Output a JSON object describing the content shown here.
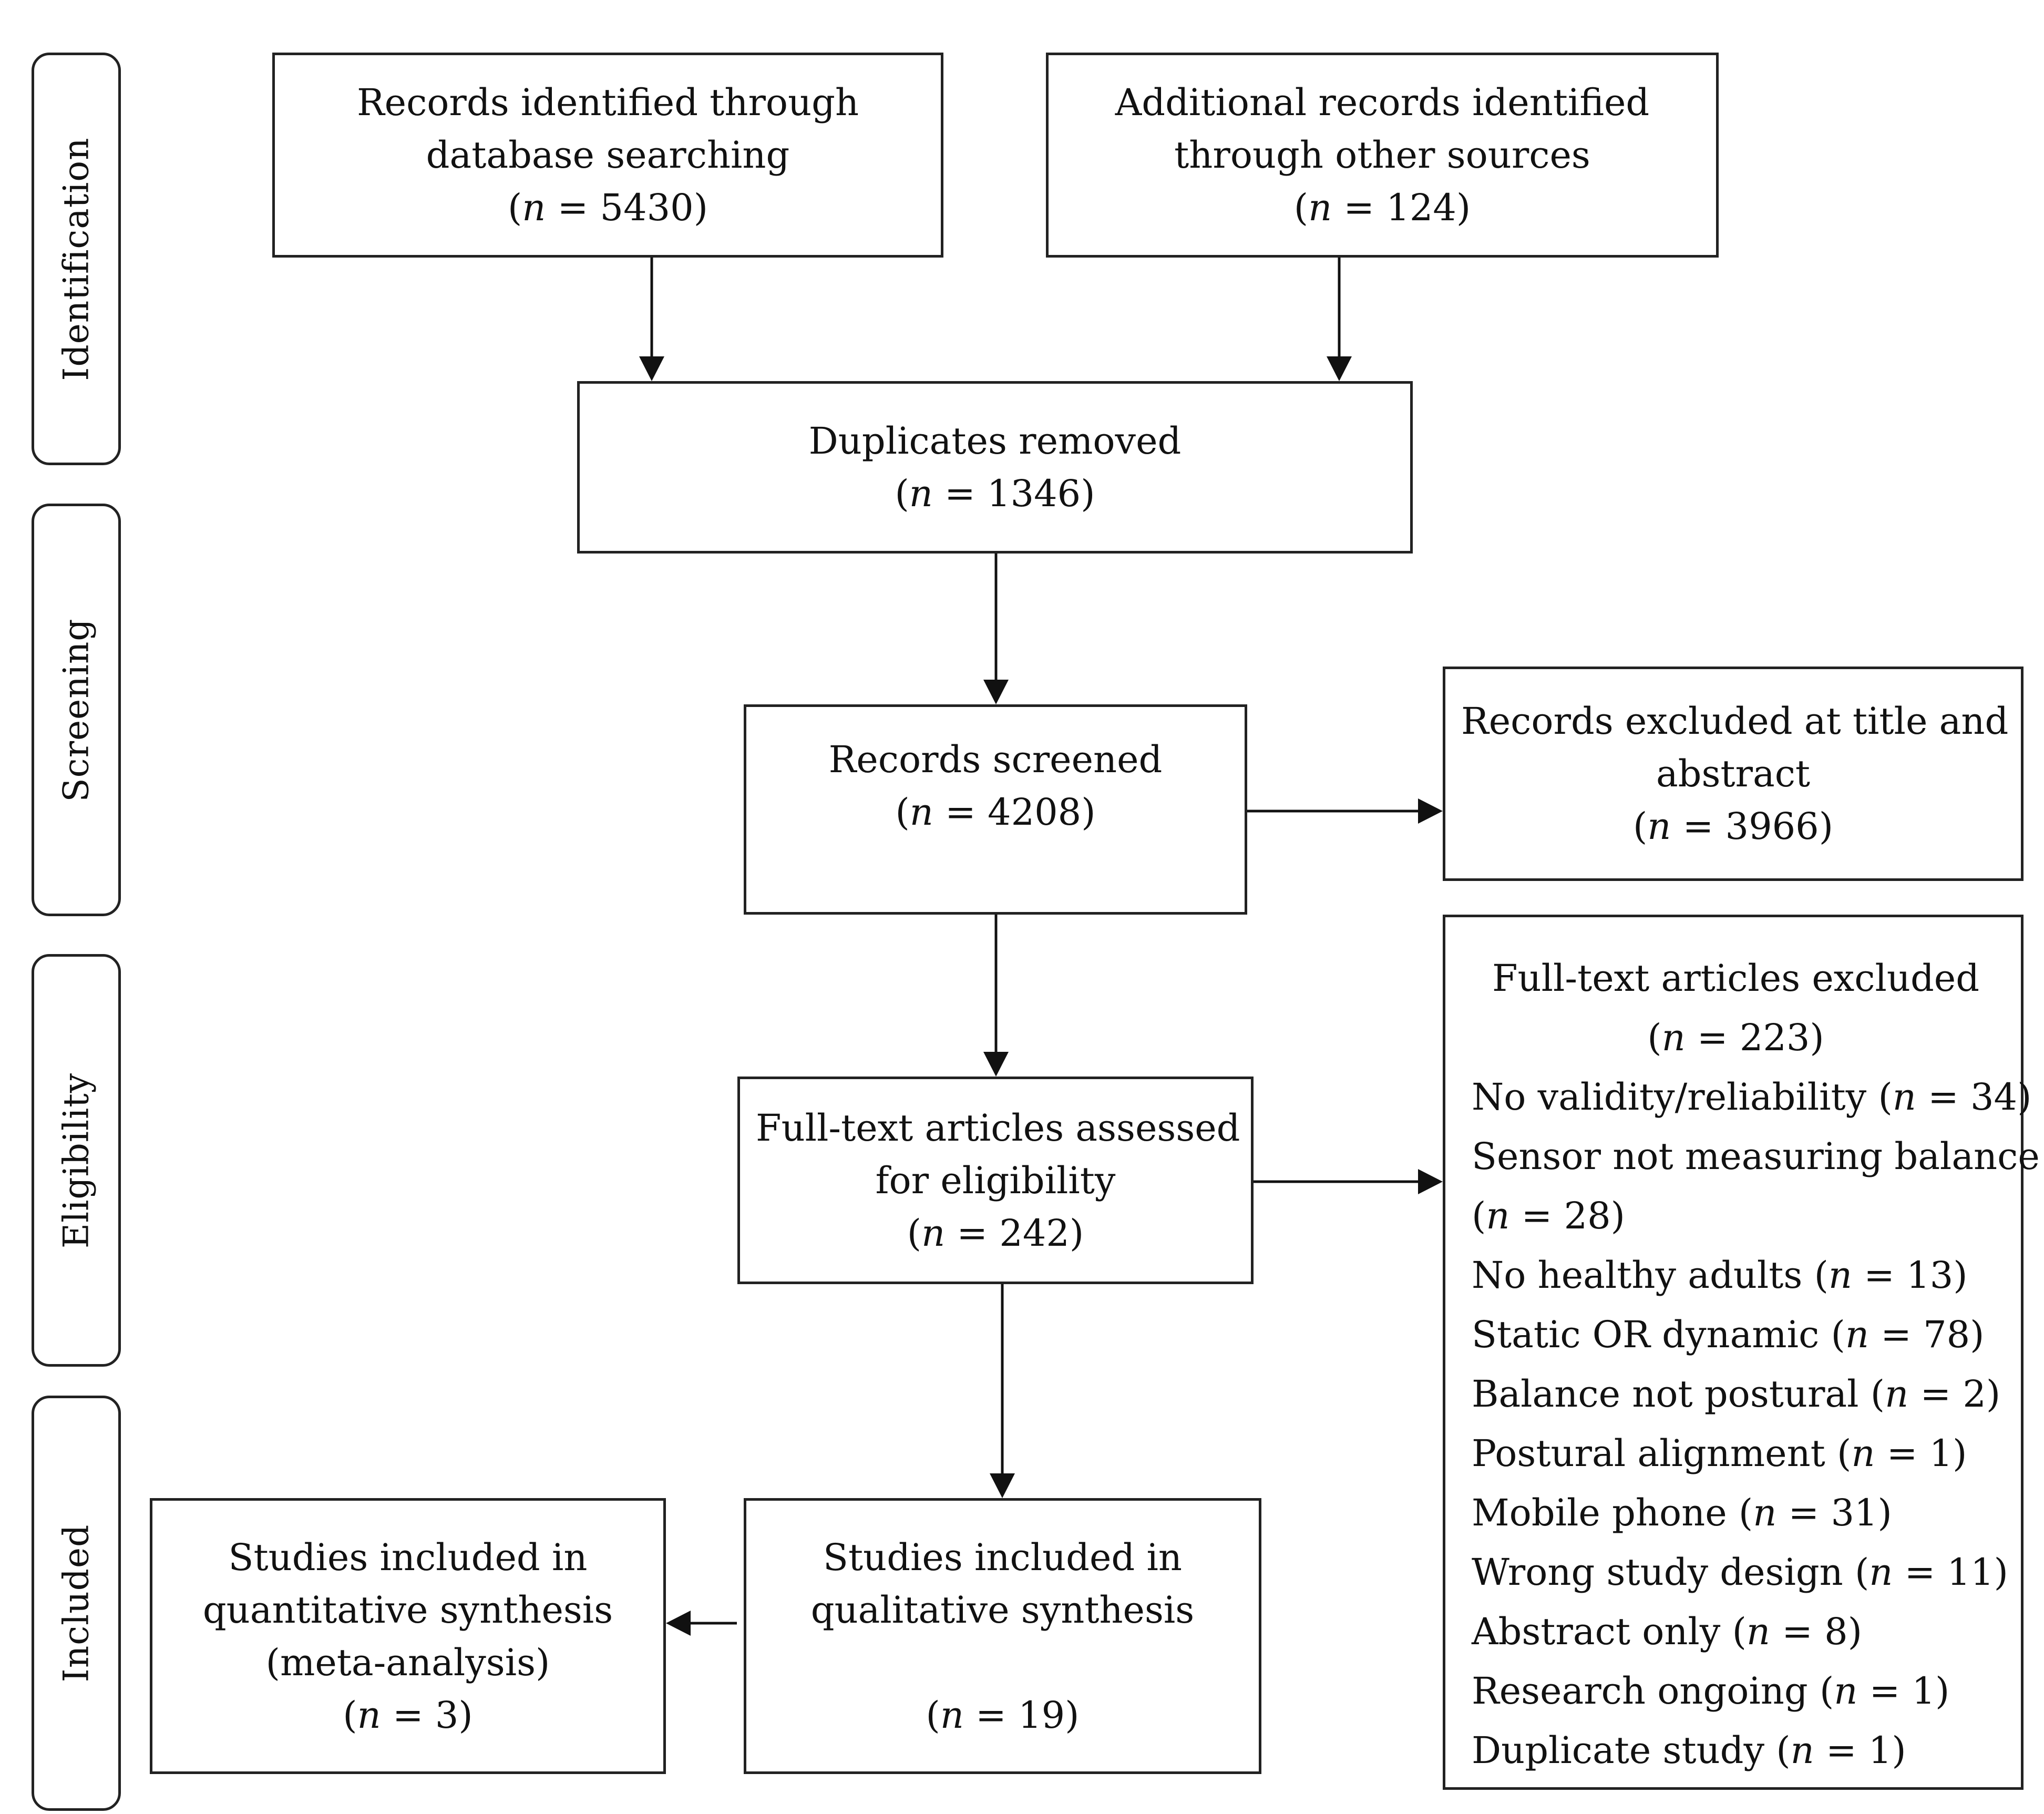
{
  "phases": {
    "identification": "Identification",
    "screening": "Screening",
    "eligibility": "Eligibility",
    "included": "Included"
  },
  "boxes": {
    "db_search": {
      "lines": [
        "Records identified through",
        "database searching"
      ],
      "n": "5430"
    },
    "other_sources": {
      "lines": [
        "Additional records identified",
        "through other sources"
      ],
      "n": "124"
    },
    "duplicates": {
      "lines": [
        "Duplicates removed"
      ],
      "n": "1346"
    },
    "screened": {
      "lines": [
        "Records screened"
      ],
      "n": "4208"
    },
    "excluded_title": {
      "lines": [
        "Records excluded at title and",
        "abstract"
      ],
      "n": "3966"
    },
    "fulltext": {
      "lines": [
        "Full-text articles assessed",
        "for eligibility"
      ],
      "n": "242"
    },
    "qualitative": {
      "lines": [
        "Studies included in",
        "qualitative synthesis"
      ],
      "n": "19"
    },
    "quantitative": {
      "lines": [
        "Studies included in",
        "quantitative synthesis",
        "(meta-analysis)"
      ],
      "n": "3"
    }
  },
  "fulltext_excluded": {
    "title": "Full-text articles excluded",
    "n": "223",
    "reasons": [
      {
        "label": "No validity/reliability",
        "n": "34"
      },
      {
        "label": "Sensor not measuring balance",
        "n": "28"
      },
      {
        "label": "No healthy adults",
        "n": "13"
      },
      {
        "label": "Static OR dynamic",
        "n": "78"
      },
      {
        "label": "Balance not postural",
        "n": "2"
      },
      {
        "label": "Postural alignment",
        "n": "1"
      },
      {
        "label": "Mobile phone",
        "n": "31"
      },
      {
        "label": "Wrong study design",
        "n": "11"
      },
      {
        "label": "Abstract only",
        "n": "8"
      },
      {
        "label": "Research ongoing",
        "n": "1"
      },
      {
        "label": "Duplicate study",
        "n": "1"
      }
    ]
  },
  "colors": {
    "stroke": "#222222",
    "text": "#111111",
    "background": "#ffffff"
  }
}
